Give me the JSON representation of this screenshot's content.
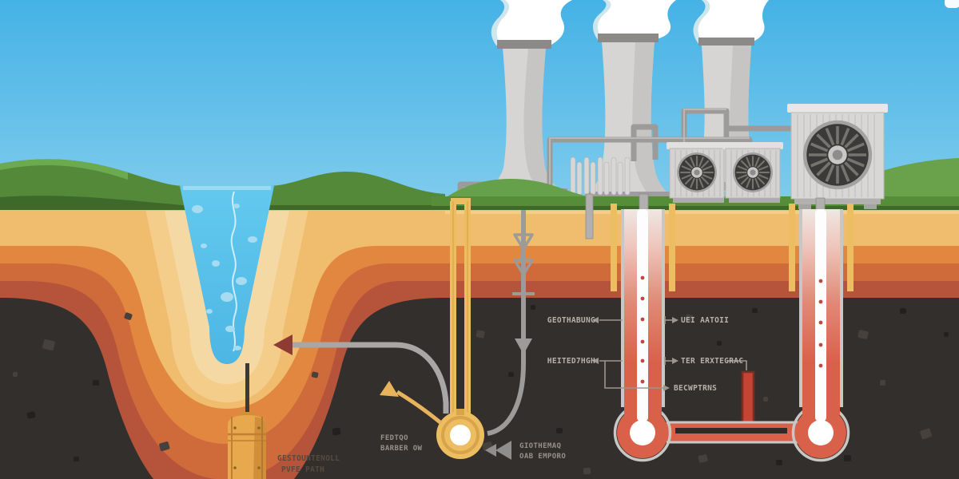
{
  "labels": {
    "well_pump": {
      "line1": "GESTOUNTENOLL",
      "line2": "PVFE PATH"
    },
    "coil_left": {
      "line1": "FEDTQO",
      "line2": "BARBER OW"
    },
    "coil_right": {
      "line1": "GIOTHEMAQ",
      "line2": "OAB EMPORO"
    },
    "borehole_left": {
      "label_top": "GEOTHABUNG",
      "label_bottom": "HEITED7HGH"
    },
    "borehole_right": {
      "label_top": "UEI AATOII",
      "label_mid": "TER ERXTEGRAC",
      "label_bottom": "BECWPTRNS"
    }
  },
  "icons": {
    "rewind-icon": "◀◀",
    "flow-arrow-down-icon": "▼",
    "chevron-down-outline-icon": "▽",
    "injection-arrow-icon": "◀",
    "leader-arrow-icon": "►"
  },
  "colors": {
    "sky_top": "#45b2e6",
    "sky_horizon": "#e8f4f8",
    "grass": "#54893a",
    "grass_dark": "#3d6a2b",
    "hill_light": "#6aa14b",
    "water": "#55bfe9",
    "strata_tan": "#f0bc6e",
    "strata_orange": "#e2873f",
    "strata_rust": "#cf6a3b",
    "strata_brown": "#b5543a",
    "strata_cream": "#f5d9a4",
    "bedrock": "#332f2d",
    "gold_pipe": "#edbd62",
    "pipe_gray": "#9c9b99",
    "probe_red": "#d96049",
    "branch_red": "#c54535",
    "tower_gray": "#d6d5d3",
    "steam_white": "#ffffff",
    "arrow_maroon": "#8e3b33",
    "label_light": "#b7b1a9",
    "label_mid": "#97918a",
    "label_dark": "#564a3e"
  }
}
